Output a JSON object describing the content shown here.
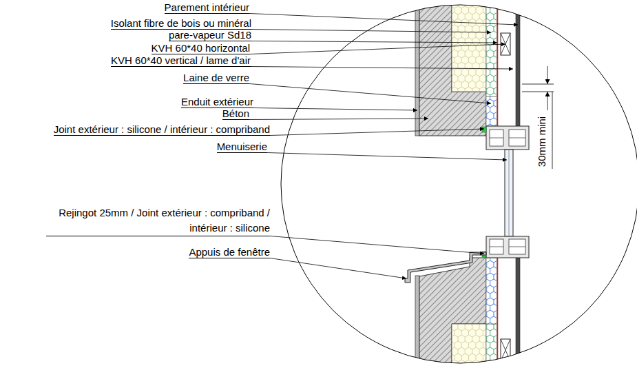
{
  "diagram": {
    "labels": [
      "Parement intérieur",
      "Isolant fibre de bois ou minéral",
      "pare-vapeur Sd18",
      "KVH 60*40 horizontal",
      "KVH 60*40 vertical / lame d'air",
      "Laine de verre",
      "Enduit extérieur",
      "Béton",
      "Joint extérieur : silicone / intérieur : compriband",
      "Menuiserie",
      "Rejingot 25mm / Joint extérieur : compriband / intérieur : silicone",
      "Appuis de fenêtre",
      "30mm mini"
    ]
  }
}
